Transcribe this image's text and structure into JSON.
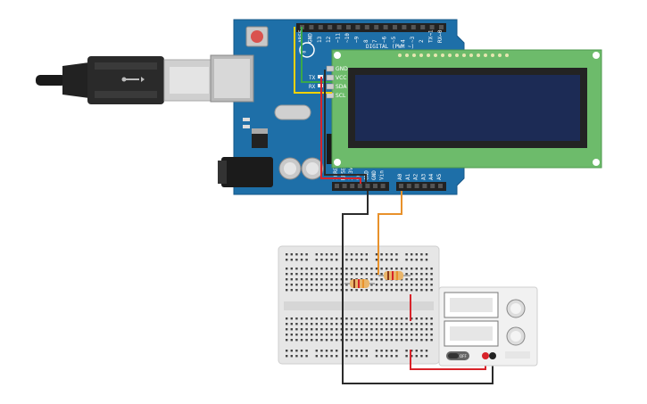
{
  "arduino": {
    "brand_badge": "∞",
    "header_top_pins": [
      "AREF",
      "GND",
      "13",
      "12",
      "~11",
      "~10",
      "~9",
      "8",
      "7",
      "~6",
      "~5",
      "4",
      "~3",
      "2",
      "TX→1",
      "RX←0"
    ],
    "digital_label": "DIGITAL (PWM ~)",
    "tx_label": "TX",
    "rx_label": "RX",
    "power_pins": [
      "IOREF",
      "RESET",
      "3.3V",
      "5V",
      "GND",
      "GND",
      "Vin"
    ],
    "analog_pins": [
      "A0",
      "A1",
      "A2",
      "A3",
      "A4",
      "A5"
    ]
  },
  "lcd": {
    "pins": [
      "GND",
      "VCC",
      "SDA",
      "SCL"
    ]
  },
  "power_supply": {
    "button_label": "OFF"
  },
  "colors": {
    "board_blue": "#1e6fa8",
    "lcd_pcb_green": "#6dbb6b",
    "lcd_screen": "#1c2b55",
    "wire_yellow": "#f5d100",
    "wire_green": "#3aa84a",
    "wire_red": "#d8232a",
    "wire_black": "#2b2b2b",
    "wire_orange": "#e8912b"
  }
}
